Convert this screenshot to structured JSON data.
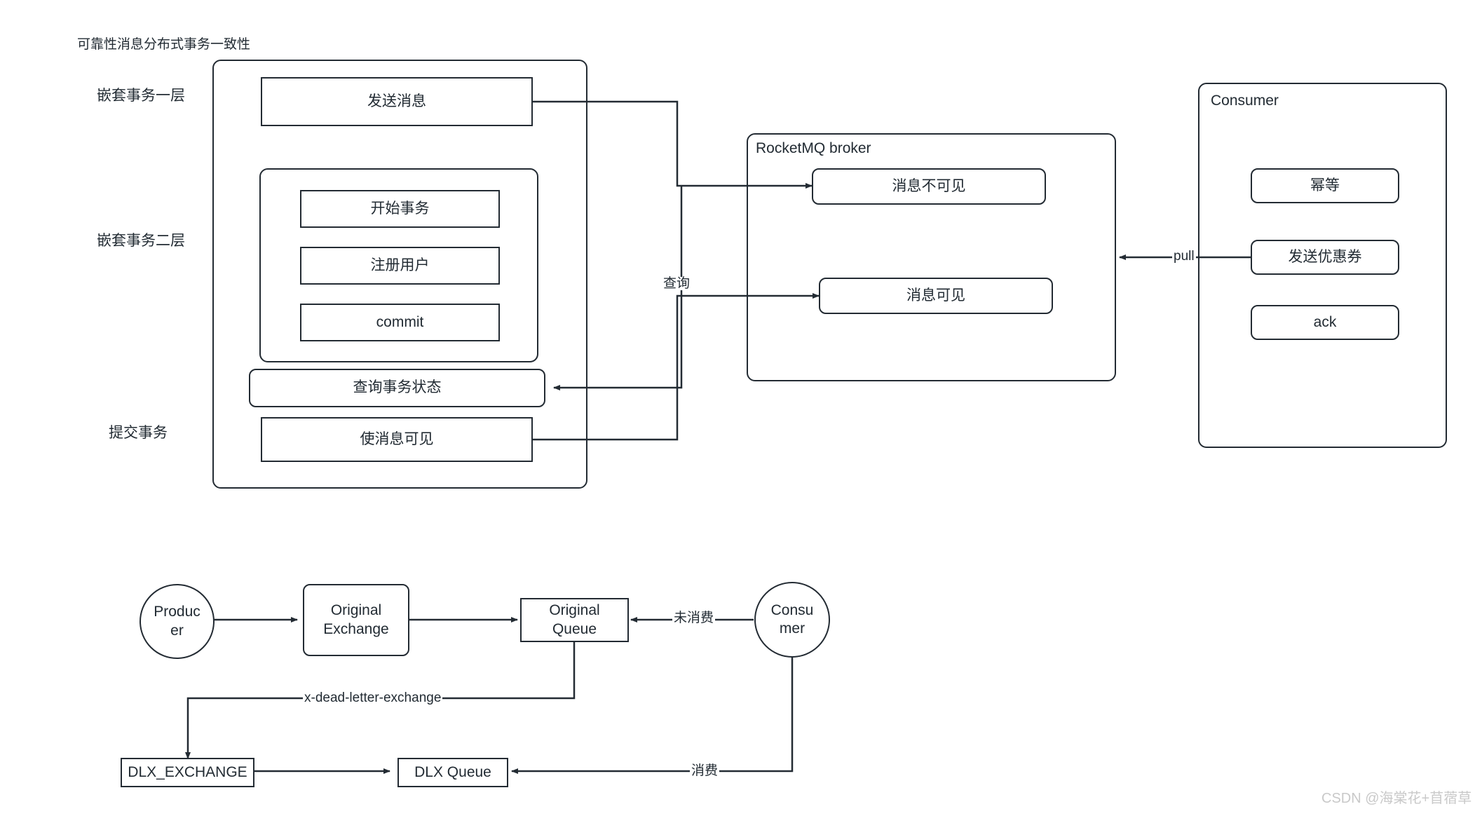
{
  "diagram_top": {
    "title": "可靠性消息分布式事务一致性",
    "swimlane_labels": [
      {
        "text": "嵌套事务一层"
      },
      {
        "text": "嵌套事务二层"
      },
      {
        "text": "提交事务"
      }
    ],
    "producer_container": {
      "title": ""
    },
    "nested_container": {
      "title": ""
    },
    "nodes": {
      "send_message": "发送消息",
      "begin_tx": "开始事务",
      "register_user": "注册用户",
      "commit": "commit",
      "query_tx_state": "查询事务状态",
      "make_visible": "使消息可见"
    },
    "broker": {
      "title": "RocketMQ broker",
      "msg_invisible": "消息不可见",
      "msg_visible": "消息可见"
    },
    "consumer": {
      "title": "Consumer",
      "idempotent": "幂等",
      "send_coupon": "发送优惠券",
      "ack": "ack"
    },
    "edge_labels": {
      "query": "查询",
      "pull": "pull"
    }
  },
  "diagram_bottom": {
    "nodes": {
      "producer": "Produc\ner",
      "original_exchange": "Original\nExchange",
      "original_queue": "Original\nQueue",
      "consumer": "Consu\nmer",
      "dlx_exchange": "DLX_EXCHANGE",
      "dlx_queue": "DLX Queue"
    },
    "edge_labels": {
      "unconsumed": "未消费",
      "dead_letter": "x-dead-letter-exchange",
      "consume": "消费"
    }
  },
  "watermark": "CSDN @海棠花+苜蓿草",
  "colors": {
    "stroke": "#232b33",
    "text": "#222b33",
    "background": "#ffffff",
    "watermark": "#c9c9c9"
  }
}
